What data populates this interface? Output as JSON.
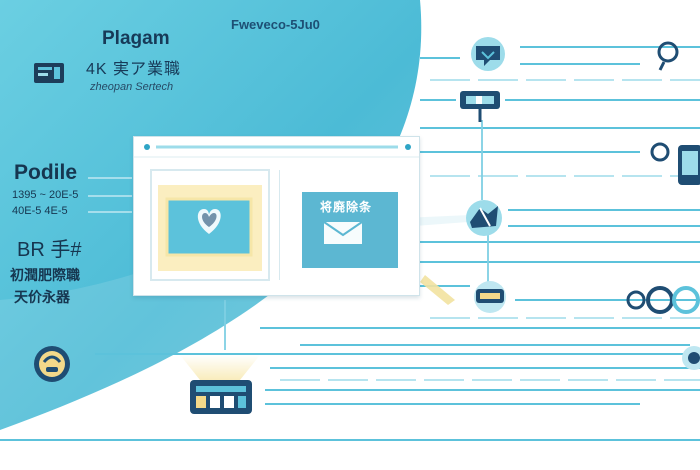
{
  "header": {
    "title": "Plagam",
    "subtitle_cjk": "4K 実ア業職",
    "tagline": "zheopan Sertech",
    "top_label": "Fweveco-5Ju0"
  },
  "profile": {
    "title": "Podile",
    "line1": "1395 ~ 20E-5",
    "line2": "40E-5 4E-5"
  },
  "labels_cjk": {
    "line1": "BR 手#",
    "line2": "初潤肥際職",
    "line3": "天价永器"
  },
  "panel": {
    "text": "将廃除条"
  },
  "colors": {
    "accent": "#2fa5c6",
    "light_accent": "#7dd0e6",
    "navy": "#173a58",
    "highlight": "#f6e6a8"
  },
  "icons": [
    "app-window-icon",
    "heart-image-icon",
    "envelope-icon",
    "search-icon",
    "screen-icon",
    "nodes-icon",
    "chat-bubble-icon",
    "toggle-icon",
    "robot-icon",
    "device-icon",
    "keyboard-icon"
  ]
}
